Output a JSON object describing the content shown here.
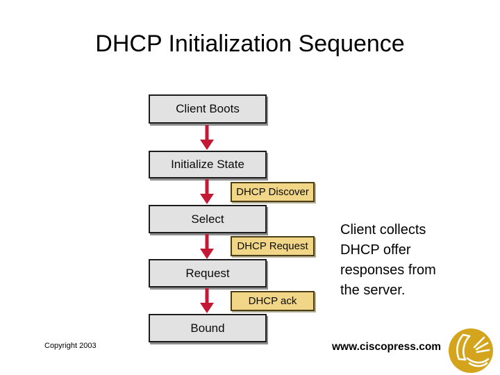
{
  "slide": {
    "title": "DHCP Initialization Sequence",
    "annotation": "Client collects DHCP offer responses from the server.",
    "copyright": "Copyright 2003",
    "website": "www.ciscopress.com"
  },
  "flowchart": {
    "states": [
      {
        "label": "Client Boots"
      },
      {
        "label": "Initialize State"
      },
      {
        "label": "Select"
      },
      {
        "label": "Request"
      },
      {
        "label": "Bound"
      }
    ],
    "messages": [
      {
        "label": "DHCP Discover"
      },
      {
        "label": "DHCP Request"
      },
      {
        "label": "DHCP ack"
      }
    ],
    "colors": {
      "state_fill": "#e2e2e2",
      "state_border": "#1c1c1c",
      "message_fill": "#f1d687",
      "message_border": "#4a3f14",
      "arrow": "#c41935",
      "logo_gold": "#d4a41d"
    }
  }
}
